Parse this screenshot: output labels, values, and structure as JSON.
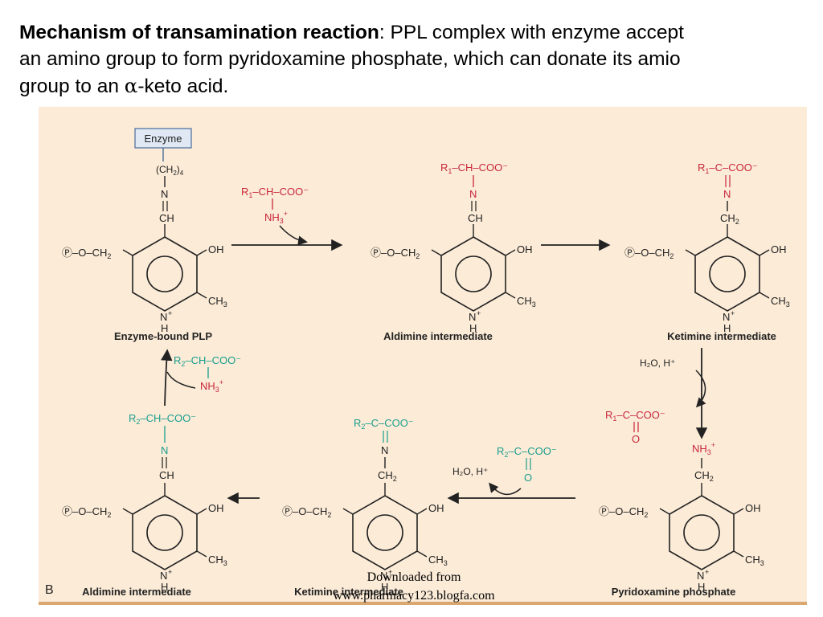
{
  "title": {
    "bold": "Mechanism of transamination reaction",
    "colon": ":",
    "line1": " PPL complex with enzyme accept",
    "line2": "an amino group to form pyridoxamine phosphate, which can donate its amio",
    "line3_prefix": "group to an ",
    "alpha": "α",
    "line3_suffix": "-keto acid."
  },
  "diagram": {
    "panel_letter": "B",
    "enzyme_label": "Enzyme",
    "labels": {
      "enzyme_bound_plp": "Enzyme-bound PLP",
      "aldimine_1": "Aldimine intermediate",
      "ketimine_1": "Ketimine intermediate",
      "pyridoxamine": "Pyridoxamine phosphate",
      "ketimine_2": "Ketimine intermediate",
      "aldimine_2": "Aldimine intermediate"
    },
    "reagents": {
      "water_h_1": "H₂O, H⁺",
      "water_h_2": "H₂O, H⁺"
    },
    "colors": {
      "background": "#fbebd7",
      "red": "#c8283c",
      "teal": "#1a9e8e",
      "black": "#222222",
      "enzyme_box_fill": "#dfe8f3",
      "enzyme_box_stroke": "#4a6b9a"
    }
  },
  "footer": {
    "line1": "Downloaded from",
    "line2": "www.pharmacy123.blogfa.com"
  }
}
